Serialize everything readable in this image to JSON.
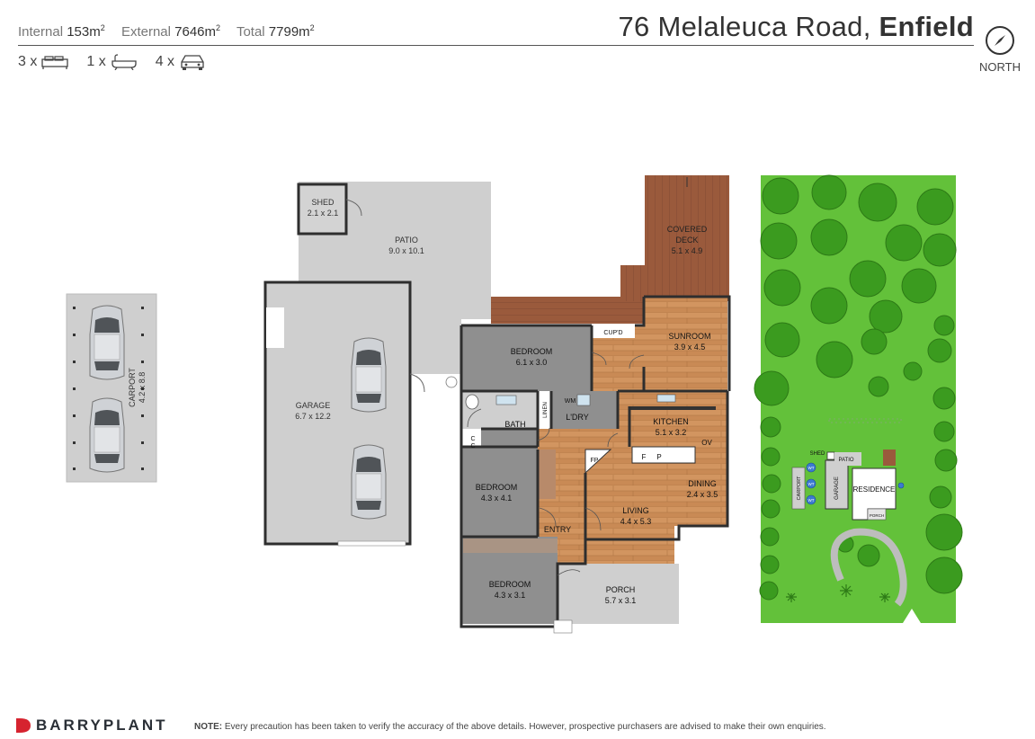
{
  "header": {
    "internal_label": "Internal",
    "internal_value": "153m",
    "external_label": "External",
    "external_value": "7646m",
    "total_label": "Total",
    "total_value": "7799m",
    "area_unit_sup": "2",
    "address_street": "76 Melaleuca Road,",
    "address_suburb": "Enfield",
    "north_label": "NORTH",
    "bedrooms": "3 x",
    "bathrooms": "1 x",
    "car_spaces": "4 x"
  },
  "rooms": {
    "shed": {
      "name": "SHED",
      "dims": "2.1 x 2.1"
    },
    "patio": {
      "name": "PATIO",
      "dims": "9.0 x 10.1"
    },
    "covered_deck": {
      "name1": "COVERED",
      "name2": "DECK",
      "dims": "5.1 x 4.9"
    },
    "carport": {
      "name": "CARPORT",
      "dims": "4.2 x 8.8"
    },
    "garage": {
      "name": "GARAGE",
      "dims": "6.7 x 12.2"
    },
    "bedroom1": {
      "name": "BEDROOM",
      "dims": "6.1 x 3.0"
    },
    "sunroom": {
      "name": "SUNROOM",
      "dims": "3.9 x 4.5"
    },
    "cupd": "CUP'D",
    "bath": "BATH",
    "linen": "LINEN",
    "wm": "WM",
    "ldry": "L'DRY",
    "kitchen": {
      "name": "KITCHEN",
      "dims": "5.1 x 3.2"
    },
    "ov": "OV",
    "f": "F",
    "p": "P",
    "c": "C",
    "fp": "FP",
    "bedroom2": {
      "name": "BEDROOM",
      "dims": "4.3 x 4.1"
    },
    "dining": {
      "name": "DINING",
      "dims": "2.4 x 3.5"
    },
    "living": {
      "name": "LIVING",
      "dims": "4.4 x 5.3"
    },
    "entry": "ENTRY",
    "bedroom3": {
      "name": "BEDROOM",
      "dims": "4.3 x 3.1"
    },
    "porch": {
      "name": "PORCH",
      "dims": "5.7 x 3.1"
    }
  },
  "site": {
    "shed": "SHED",
    "patio": "PATIO",
    "carport": "CARPORT",
    "garage": "GARAGE",
    "residence": "RESIDENCE",
    "porch": "PORCH",
    "wt": "WT"
  },
  "footer": {
    "brand": "BARRYPLANT",
    "note_label": "NOTE:",
    "note_text": "Every precaution has been taken to verify the accuracy of the above details. However, prospective purchasers are advised to make their own enquiries."
  },
  "colors": {
    "brand_red": "#d6232f",
    "wood": "#c98a55",
    "dark_room": "#8f8f8f",
    "light_grey": "#cfcfcf",
    "grass": "#63c13a",
    "deck": "#9a5a3c"
  }
}
